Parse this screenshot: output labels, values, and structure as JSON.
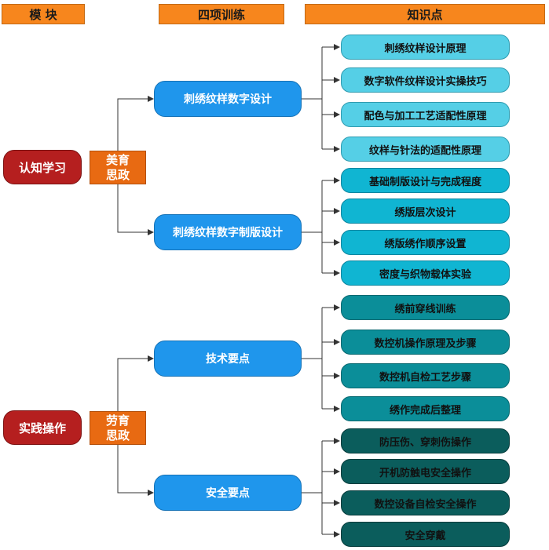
{
  "headers": {
    "module": "模      块",
    "training": "四项训练",
    "knowledge": "知识点"
  },
  "modules": [
    {
      "label": "认知学习",
      "side": [
        "美育",
        "思政"
      ]
    },
    {
      "label": "实践操作",
      "side": [
        "劳育",
        "思政"
      ]
    }
  ],
  "trainings": [
    "刺绣纹样数字设计",
    "刺绣纹样数字制版设计",
    "技术要点",
    "安全要点"
  ],
  "knowledge": [
    [
      "刺绣纹样设计原理",
      "数字软件纹样设计实操技巧",
      "配色与加工工艺适配性原理",
      "纹样与针法的适配性原理"
    ],
    [
      "基础制版设计与完成程度",
      "绣版层次设计",
      "绣版绣作顺序设置",
      "密度与织物载体实验"
    ],
    [
      "绣前穿线训练",
      "数控机操作原理及步骤",
      "数控机自检工艺步骤",
      "绣作完成后整理"
    ],
    [
      "防压伤、穿刺伤操作",
      "开机防触电安全操作",
      "数控设备自检安全操作",
      "安全穿戴"
    ]
  ],
  "colors": {
    "header": "#f7861d",
    "module": "#b51f1f",
    "side_label": "#e86a12",
    "training": "#1f96ec",
    "knowledge_group_1": "#55cfe6",
    "knowledge_group_2": "#10b5d2",
    "knowledge_group_3": "#0b8e99",
    "knowledge_group_4": "#0b5d5c",
    "connector": "#333333"
  }
}
